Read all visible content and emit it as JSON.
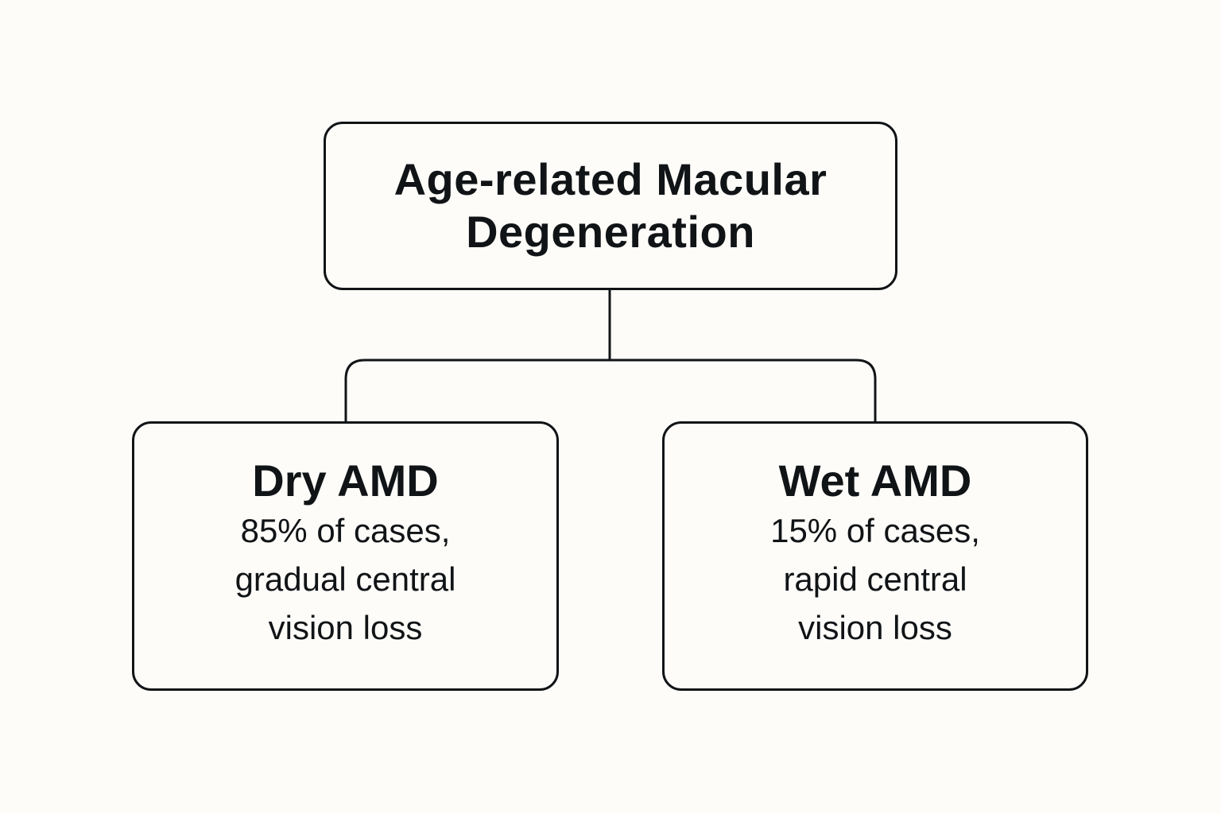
{
  "diagram": {
    "root": {
      "title_line1": "Age-related Macular",
      "title_line2": "Degeneration"
    },
    "children": [
      {
        "title": "Dry AMD",
        "desc_line1": "85% of cases,",
        "desc_line2": "gradual central",
        "desc_line3": "vision loss"
      },
      {
        "title": "Wet AMD",
        "desc_line1": "15% of cases,",
        "desc_line2": "rapid central",
        "desc_line3": "vision loss"
      }
    ],
    "colors": {
      "background": "#fdfcf9",
      "stroke": "#111416",
      "text": "#111416"
    }
  }
}
